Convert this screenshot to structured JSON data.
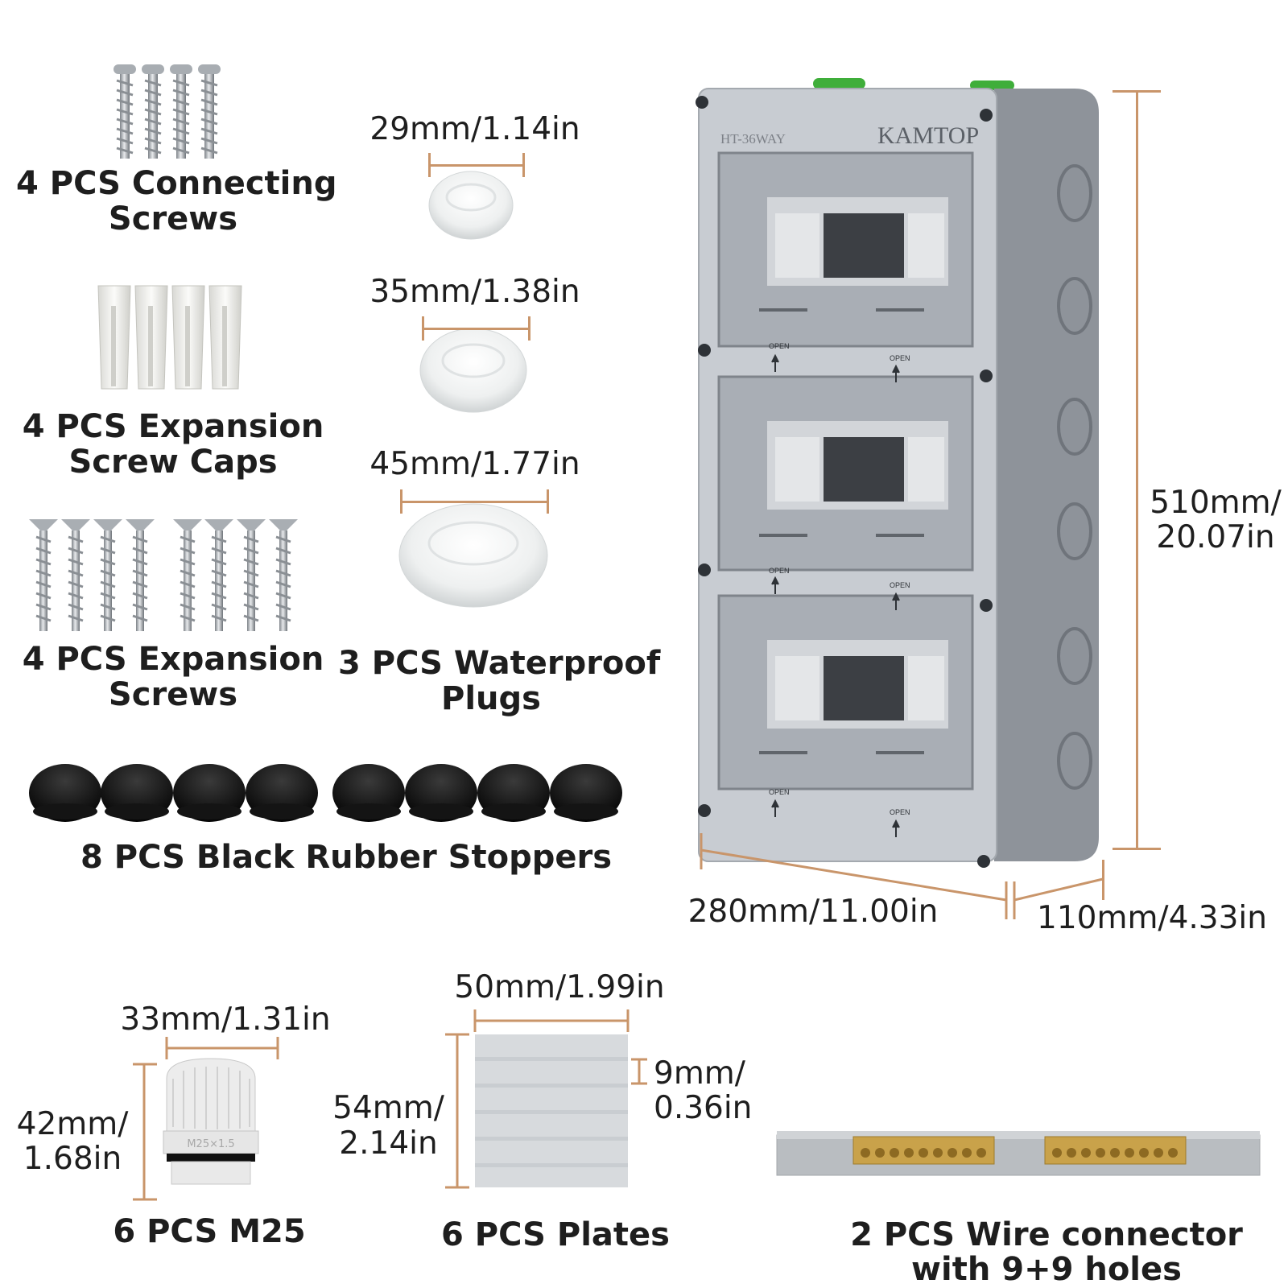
{
  "accessories": {
    "connecting_screws": {
      "line1": "4 PCS Connecting",
      "line2": "Screws"
    },
    "expansion_caps": {
      "line1": "4 PCS Expansion",
      "line2": "Screw Caps"
    },
    "expansion_screws": {
      "line1": "4 PCS Expansion",
      "line2": "Screws"
    },
    "waterproof_plugs": {
      "line1": "3 PCS Waterproof",
      "line2": "Plugs"
    },
    "rubber_stoppers": "8 PCS Black Rubber Stoppers",
    "m25": "6 PCS M25",
    "plates": "6 PCS Plates",
    "wire_connector": {
      "line1": "2 PCS Wire connector",
      "line2": "with 9+9 holes"
    }
  },
  "dimensions": {
    "plug_small": "29mm/1.14in",
    "plug_medium": "35mm/1.38in",
    "plug_large": "45mm/1.77in",
    "box_height": {
      "line1": "510mm/",
      "line2": "20.07in"
    },
    "box_width": "280mm/11.00in",
    "box_depth": "110mm/4.33in",
    "m25_width": "33mm/1.31in",
    "m25_height": {
      "line1": "42mm/",
      "line2": "1.68in"
    },
    "plate_width": "50mm/1.99in",
    "plate_height": {
      "line1": "54mm/",
      "line2": "2.14in"
    },
    "plate_gap": {
      "line1": "9mm/",
      "line2": "0.36in"
    }
  },
  "box": {
    "brand": "KAMTOP",
    "model": "HT-36WAY",
    "open_label": "OPEN",
    "gland_marking": "M25×1.5"
  },
  "colors": {
    "dimension_line": "#c9956a",
    "enclosure": "#c8ccd2",
    "window": "#a9aeb5",
    "green_cap": "#3fae3a",
    "brass": "#c9a24a"
  }
}
